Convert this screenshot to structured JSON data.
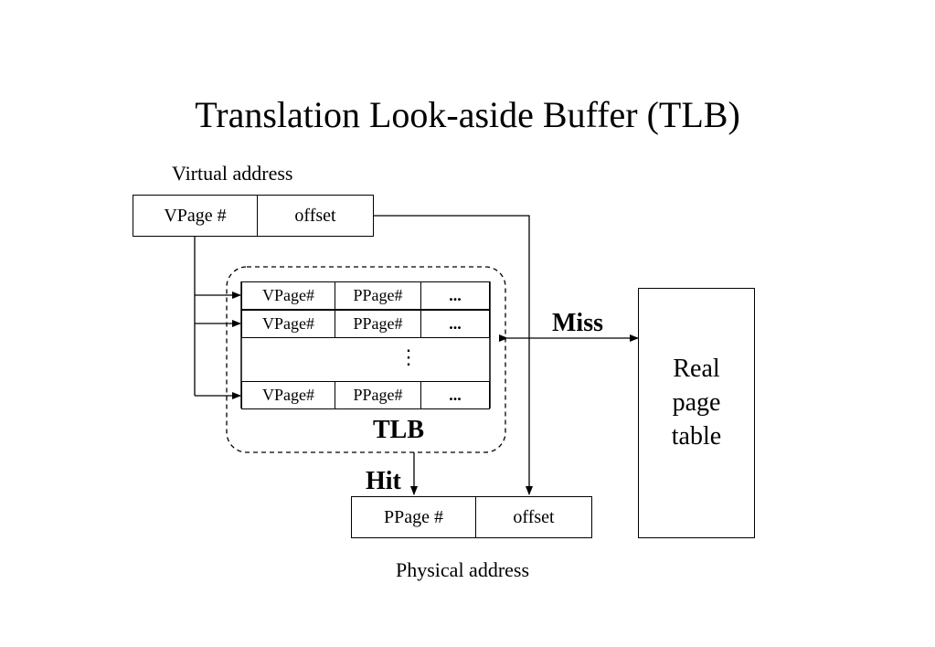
{
  "title": "Translation Look-aside Buffer (TLB)",
  "virtual_address": {
    "caption": "Virtual address",
    "vpage_label": "VPage #",
    "offset_label": "offset"
  },
  "tlb": {
    "label": "TLB",
    "rows": [
      {
        "vpage": "VPage#",
        "ppage": "PPage#",
        "more": "..."
      },
      {
        "vpage": "VPage#",
        "ppage": "PPage#",
        "more": "..."
      },
      {
        "vpage": "VPage#",
        "ppage": "PPage#",
        "more": "..."
      }
    ],
    "vertical_ellipsis": "⋮"
  },
  "miss_label": "Miss",
  "hit_label": "Hit",
  "page_table": {
    "line1": "Real",
    "line2": "page",
    "line3": "table"
  },
  "physical_address": {
    "caption": "Physical address",
    "ppage_label": "PPage #",
    "offset_label": "offset"
  }
}
